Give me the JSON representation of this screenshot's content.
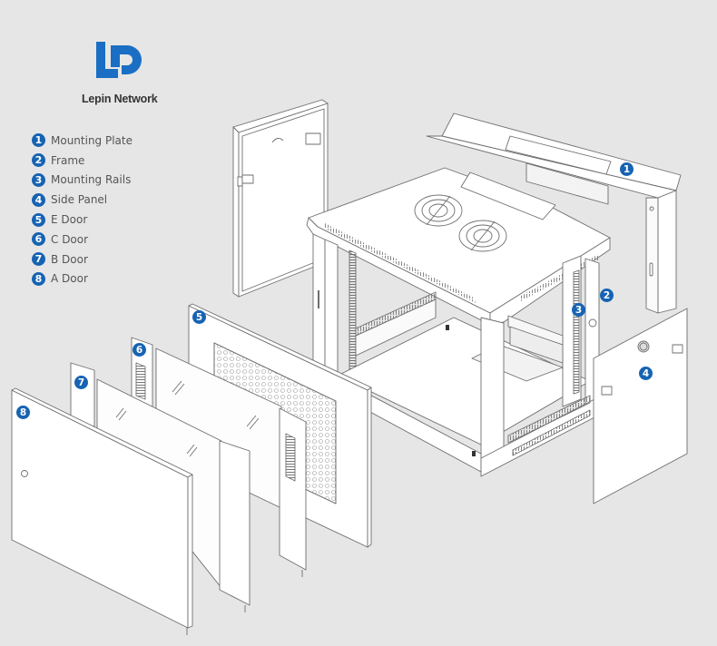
{
  "brand": {
    "name": "Lepin Network",
    "color": "#1a6fc4"
  },
  "colors": {
    "background": "#e6e6e6",
    "badge": "#1763b3",
    "line": "#6e6e6e",
    "panel_fill": "#ffffff"
  },
  "legend": {
    "items": [
      {
        "number": "1",
        "label": "Mounting Plate"
      },
      {
        "number": "2",
        "label": "Frame"
      },
      {
        "number": "3",
        "label": "Mounting Rails"
      },
      {
        "number": "4",
        "label": "Side Panel"
      },
      {
        "number": "5",
        "label": "E Door"
      },
      {
        "number": "6",
        "label": "C Door"
      },
      {
        "number": "7",
        "label": "B Door"
      },
      {
        "number": "8",
        "label": "A Door"
      }
    ]
  },
  "callouts": [
    {
      "number": "1",
      "part": "mounting-plate"
    },
    {
      "number": "2",
      "part": "frame"
    },
    {
      "number": "3",
      "part": "mounting-rails"
    },
    {
      "number": "4",
      "part": "side-panel"
    },
    {
      "number": "5",
      "part": "e-door"
    },
    {
      "number": "6",
      "part": "c-door"
    },
    {
      "number": "7",
      "part": "b-door"
    },
    {
      "number": "8",
      "part": "a-door"
    }
  ]
}
